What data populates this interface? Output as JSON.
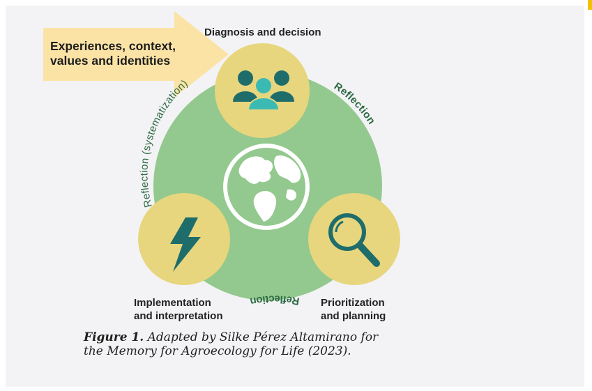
{
  "arrow": {
    "line1": "Experiences, context,",
    "line2": "values and identities"
  },
  "nodes": {
    "top": {
      "label": "Diagnosis and decision",
      "icon": "people-group-icon"
    },
    "bottom_left": {
      "label_line1": "Implementation",
      "label_line2": "and interpretation",
      "icon": "lightning-bolt-icon"
    },
    "bottom_right": {
      "label_line1": "Prioritization",
      "label_line2": "and planning",
      "icon": "magnifying-glass-icon"
    }
  },
  "center_icon": "globe-icon",
  "arc_labels": {
    "left": "Reflection (systematization)",
    "right": "Reflection",
    "bottom": "Reflection"
  },
  "caption": {
    "bold": "Figure 1.",
    "text_line1": " Adapted by Silke Pérez Altamirano for",
    "text_line2": "the Memory for Agroecology for Life (2023)."
  },
  "colors": {
    "card_bg": "#f3f3f5",
    "arrow_fill": "#fbe3a6",
    "main_circle": "#93c98e",
    "node_circle": "#e7d67e",
    "icon_dark": "#1f6d6b",
    "icon_teal": "#3bbab4",
    "arc_text": "#2e6b45",
    "corner_accent": "#f2c200"
  }
}
